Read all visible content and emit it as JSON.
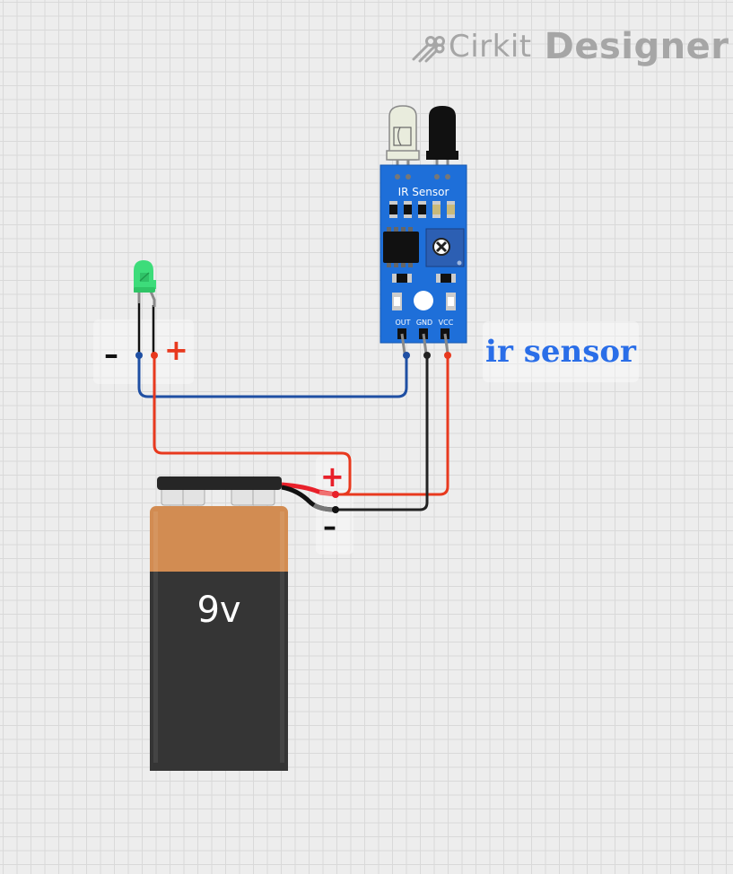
{
  "app": {
    "brand": "Cirkit",
    "product": "Designer",
    "logo_icon": "circuit-traces-icon"
  },
  "components": {
    "ir_sensor": {
      "board_label": "IR Sensor",
      "pins": [
        "OUT",
        "GND",
        "VCC"
      ],
      "annotation": "ir sensor",
      "board_color": "#1e6fd9"
    },
    "led": {
      "color": "green",
      "polarity_minus": "–",
      "polarity_plus": "+"
    },
    "battery": {
      "label": "9v",
      "polarity_plus": "+",
      "polarity_minus": "–"
    }
  },
  "wires": [
    {
      "from": "led.cathode",
      "to": "ir_sensor.OUT",
      "color": "#1f4fa3"
    },
    {
      "from": "led.anode",
      "to": "battery.plus",
      "color": "#e8391e"
    },
    {
      "from": "ir_sensor.GND",
      "to": "battery.minus",
      "color": "#222222"
    },
    {
      "from": "ir_sensor.VCC",
      "to": "battery.plus",
      "color": "#e8391e"
    }
  ]
}
